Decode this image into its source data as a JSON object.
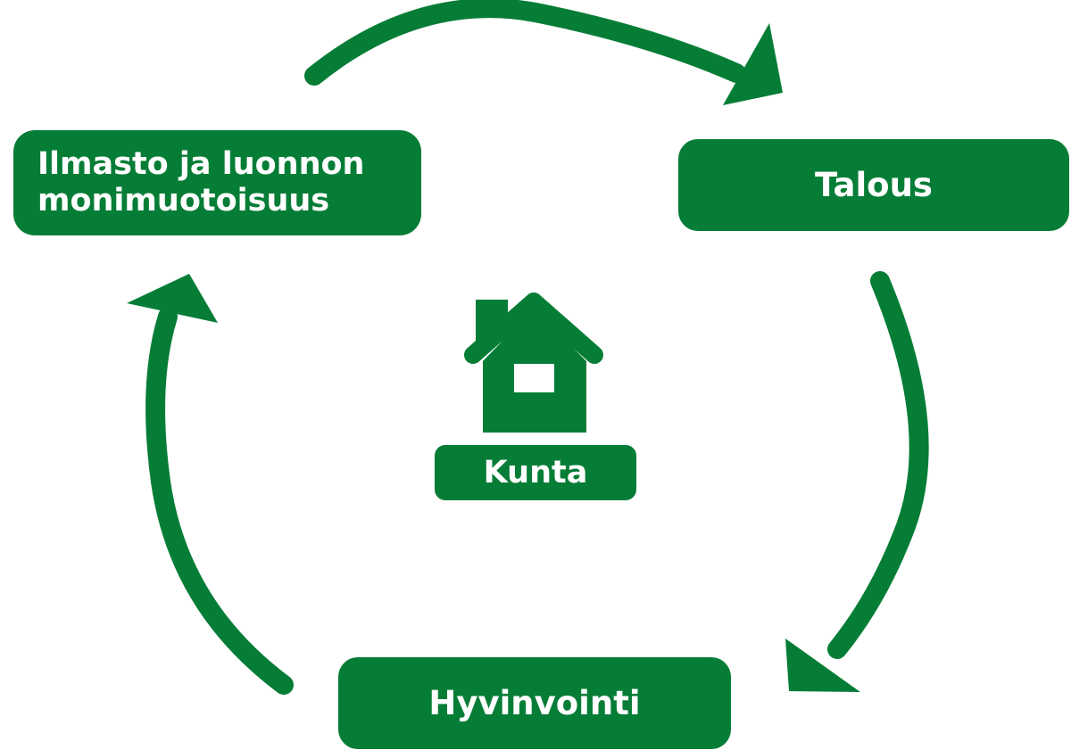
{
  "nodes": {
    "climate": "Ilmasto ja luonnon\nmonimuotoisuus",
    "economy": "Talous",
    "wellbeing": "Hyvinvointi",
    "center": "Kunta"
  },
  "colors": {
    "primary_green": "#067d36",
    "background": "#ffffff",
    "text": "#ffffff"
  },
  "icons": {
    "center": "house-icon",
    "arrows": "curved-arrow-icon"
  }
}
